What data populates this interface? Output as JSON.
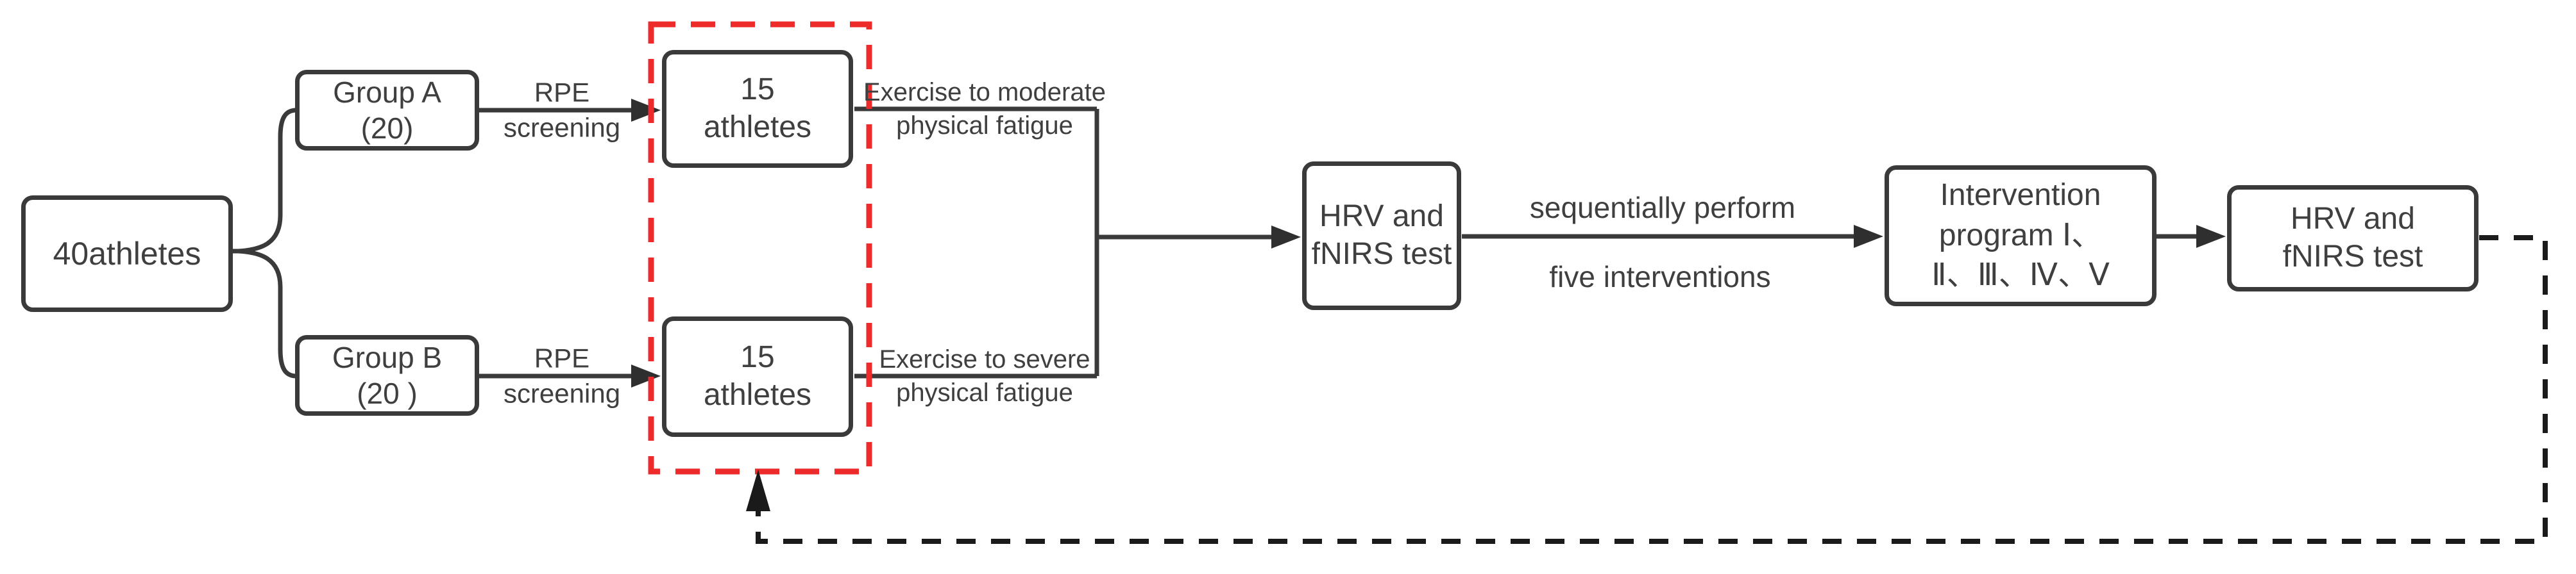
{
  "nodes": {
    "athletes_total": {
      "label": "40athletes"
    },
    "group_a": {
      "label": "Group A\n(20)"
    },
    "group_b": {
      "label": "Group B\n(20 )"
    },
    "fifteen_athletes_top": {
      "label": "15\nathletes"
    },
    "fifteen_athletes_bottom": {
      "label": "15\nathletes"
    },
    "hrv_fnirs_test_pre": {
      "label": "HRV and\nfNIRS test"
    },
    "intervention_program": {
      "label": "Intervention\nprogram Ⅰ、\nⅡ、Ⅲ、Ⅳ、Ⅴ"
    },
    "hrv_fnirs_test_post": {
      "label": "HRV and\nfNIRS test"
    }
  },
  "edge_labels": {
    "rpe_screening_top": "RPE\nscreening",
    "rpe_screening_bottom": "RPE\nscreening",
    "exercise_moderate": "Exercise to moderate\nphysical fatigue",
    "exercise_severe": "Exercise to severe\nphysical fatigue",
    "sequentially_perform": "sequentially perform",
    "five_interventions": "five interventions"
  },
  "colors": {
    "connector": "#3a3a3a",
    "arrowhead": "#2f2f2f",
    "box_border": "#3a3a3a",
    "text": "#3f3f3f",
    "highlight_red": "#ee2b2b",
    "feedback_dash": "#1a1a1a",
    "background": "#ffffff"
  }
}
